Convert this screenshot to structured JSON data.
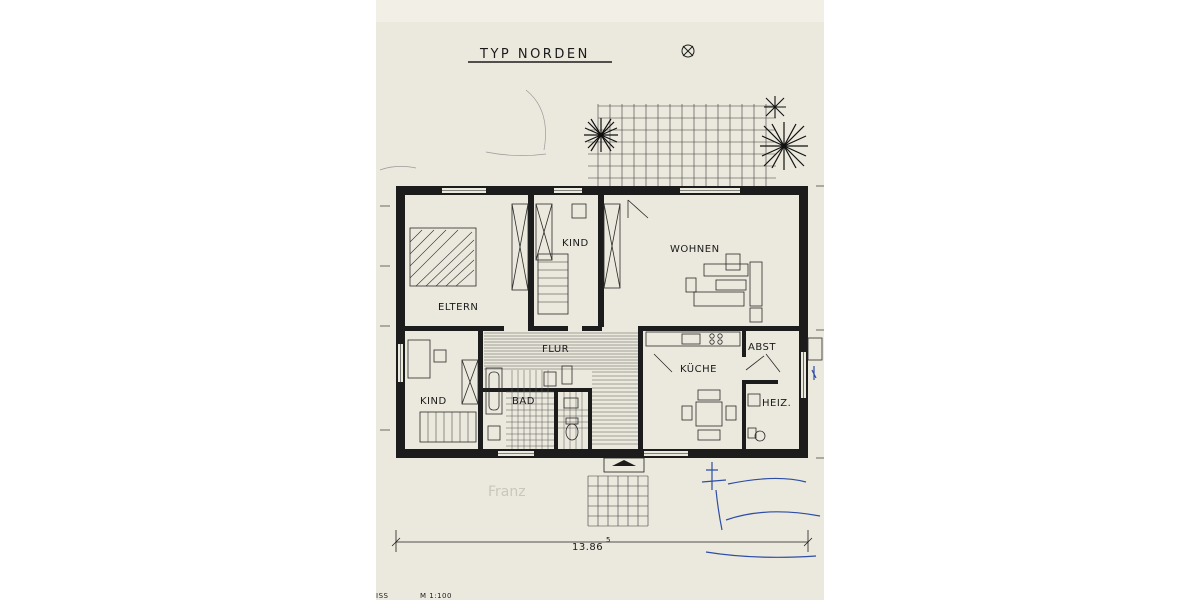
{
  "plan": {
    "title": "TYP NORDEN",
    "rooms": {
      "eltern": "ELTERN",
      "kind_top": "KIND",
      "wohnen": "WOHNEN",
      "flur": "FLUR",
      "kueche": "KÜCHE",
      "abst": "ABST",
      "kind_bottom": "KIND",
      "bad": "BAD",
      "heiz": "HEIZ."
    },
    "dimension": "13.86",
    "dimension_sup": "5",
    "scale_left": "ISS",
    "scale": "M 1:100",
    "watermark": "Franz"
  },
  "colors": {
    "paper": "#ebe9dd",
    "ink": "#1c1c1c",
    "pen": "#2d4da6"
  }
}
